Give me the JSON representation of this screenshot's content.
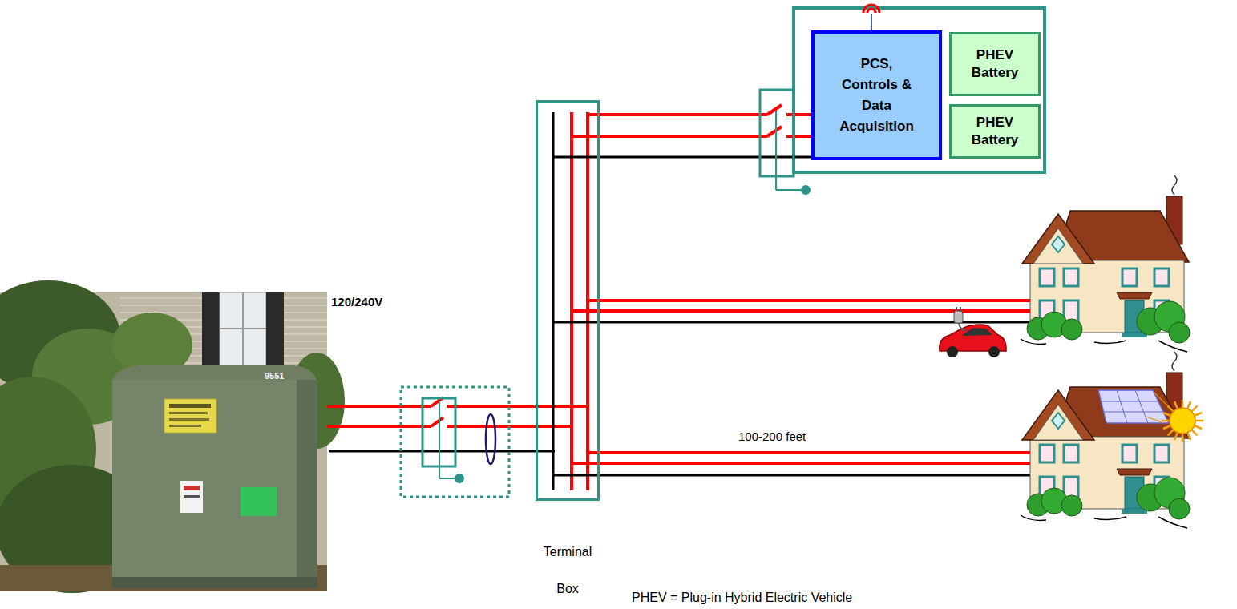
{
  "diagram": {
    "nodes": [
      {
        "text": [
          "PCS, Controls & Data Acquisition"
        ]
      },
      {
        "text": [
          "PHEV Battery"
        ]
      },
      {
        "text": [
          "PHEV Battery"
        ]
      },
      {
        "text": [
          "Terminal Box"
        ]
      }
    ],
    "edges": [
      {
        "from": 3,
        "to": 0,
        "arrow": "none"
      }
    ],
    "labels": [
      "9551",
      "120/240V",
      "100-200 feet",
      "PHEV = Plug-in Hybrid Electric Vehicle"
    ]
  }
}
